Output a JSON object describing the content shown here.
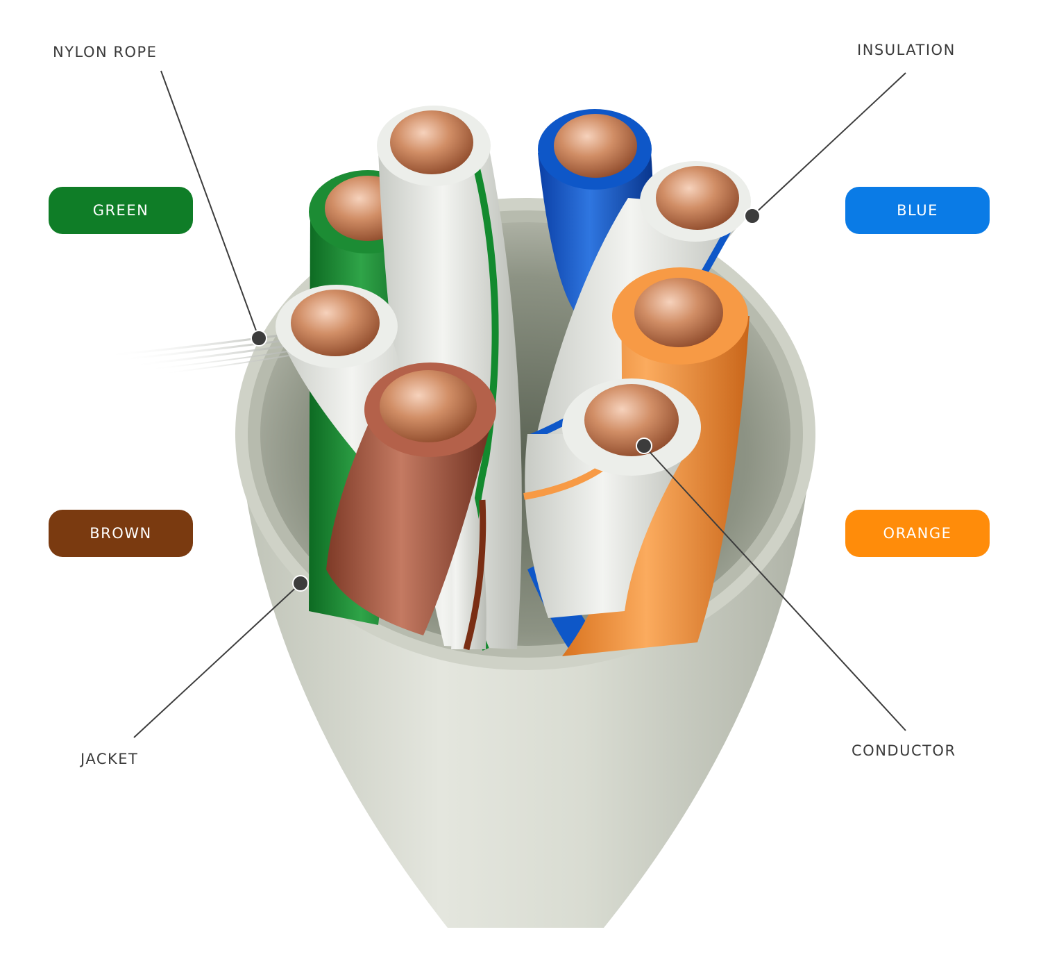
{
  "callouts": {
    "nylon_rope": "NYLON ROPE",
    "insulation": "INSULATION",
    "jacket": "JACKET",
    "conductor": "CONDUCTOR"
  },
  "pair_colors": {
    "green": {
      "label": "GREEN",
      "color": "#0f7d27"
    },
    "blue": {
      "label": "BLUE",
      "color": "#0a7be6"
    },
    "brown": {
      "label": "BROWN",
      "color": "#7a3a10"
    },
    "orange": {
      "label": "ORANGE",
      "color": "#ff8c0a"
    }
  },
  "materials": {
    "jacket_color": "#d6d9cf",
    "white_insulation_color": "#eceeea",
    "copper_color": "#c8825a",
    "wire_brown_color": "#b4614a",
    "wire_orange_color": "#f79a45",
    "wire_green_color": "#1c8c34",
    "wire_blue_color": "#0e57c8"
  }
}
